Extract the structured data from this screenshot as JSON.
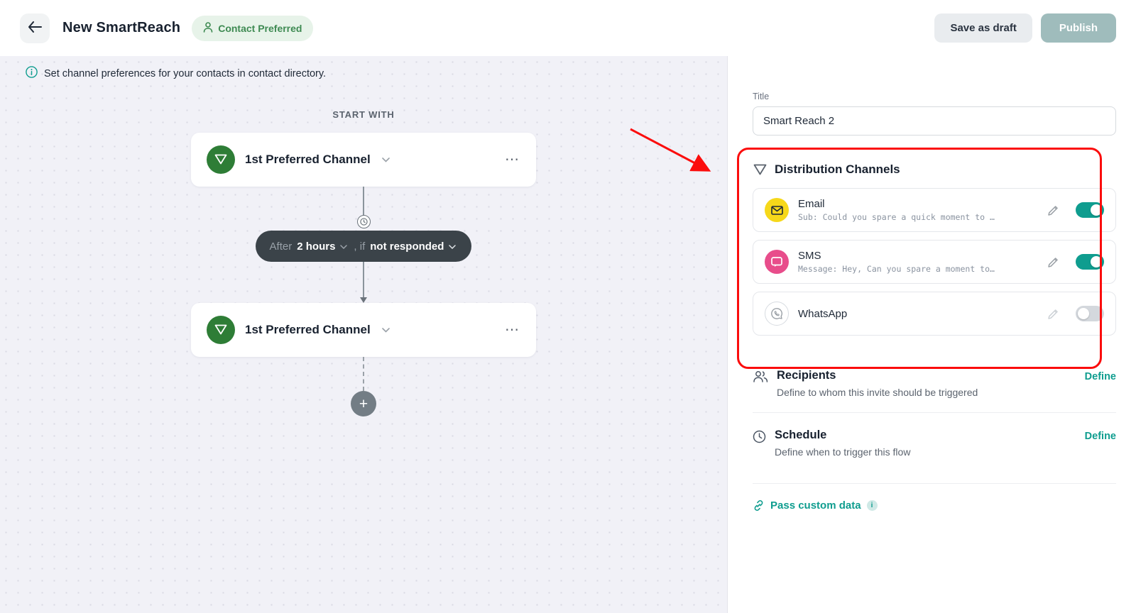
{
  "header": {
    "title": "New SmartReach",
    "badge": "Contact Preferred",
    "save_draft_label": "Save as draft",
    "publish_label": "Publish"
  },
  "canvas": {
    "info_text": "Set channel preferences for your contacts in contact directory.",
    "start_with_label": "START WITH",
    "node1_label": "1st Preferred Channel",
    "node2_label": "1st Preferred Channel",
    "delay": {
      "after_label": "After",
      "duration_value": "2 hours",
      "if_label": ", if",
      "condition_value": "not responded"
    }
  },
  "panel": {
    "title_label": "Title",
    "title_value": "Smart Reach 2",
    "distribution": {
      "heading": "Distribution Channels",
      "channels": [
        {
          "name": "Email",
          "preview": "Sub: Could you spare a quick moment to …",
          "enabled": true
        },
        {
          "name": "SMS",
          "preview": "Message: Hey, Can you spare a moment to…",
          "enabled": true
        },
        {
          "name": "WhatsApp",
          "preview": "",
          "enabled": false
        }
      ]
    },
    "recipients": {
      "heading": "Recipients",
      "desc": "Define to whom this invite should be triggered",
      "action": "Define"
    },
    "schedule": {
      "heading": "Schedule",
      "desc": "Define when to trigger this flow",
      "action": "Define"
    },
    "custom_data_label": "Pass custom data"
  },
  "icons": {
    "more": "⋯",
    "plus": "+",
    "mini_info": "i"
  },
  "colors": {
    "accent_teal": "#0f9d8f",
    "node_green": "#2e7d36",
    "email_yellow": "#f6d81a",
    "sms_pink": "#e84d8b",
    "annotation_red": "#fb0d0d",
    "pill_dark": "#3b4349",
    "badge_green_bg": "#e7f3e9",
    "badge_green_text": "#3e8a52"
  }
}
